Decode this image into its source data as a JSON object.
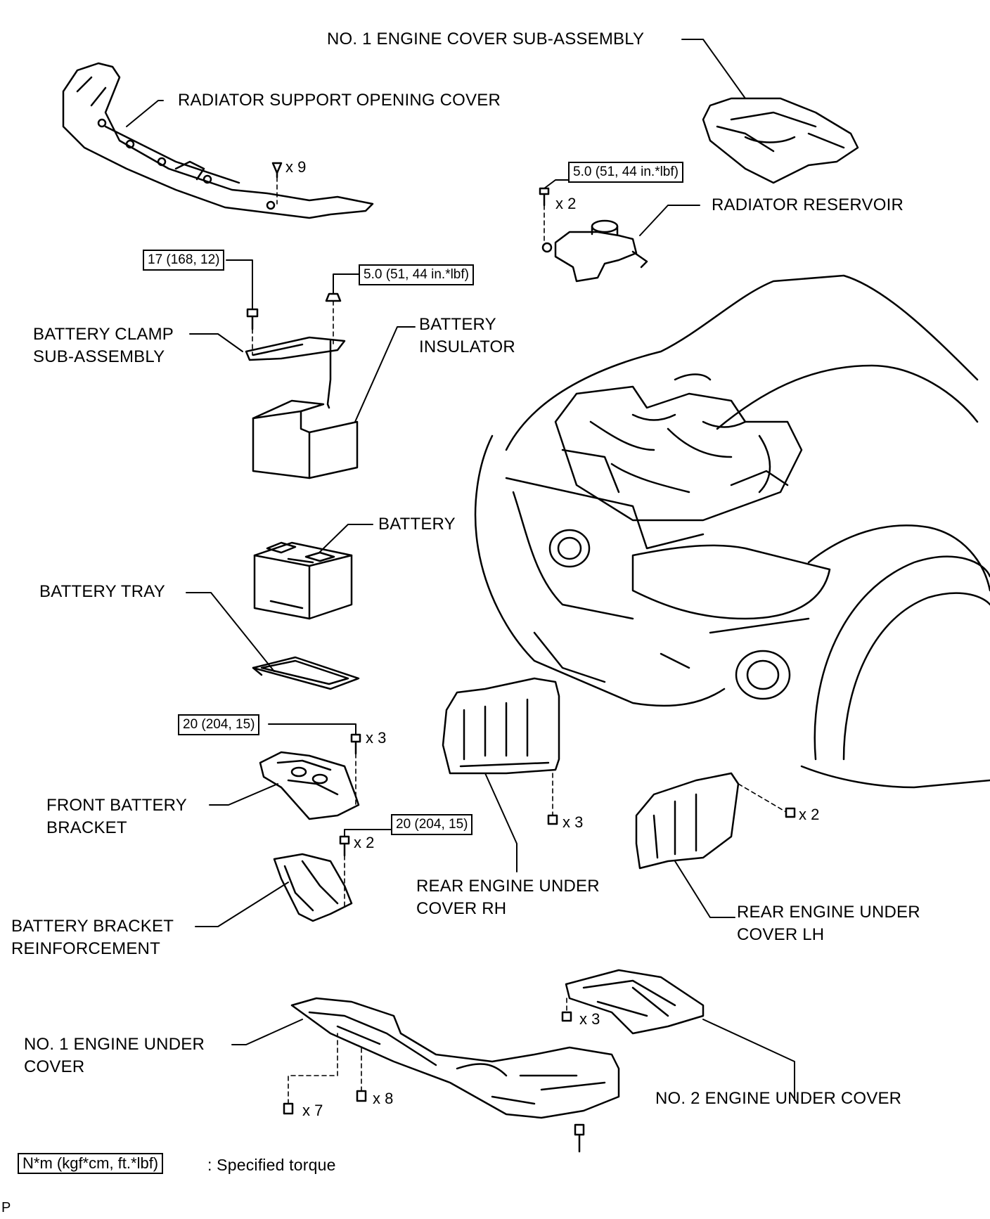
{
  "labels": {
    "no1_engine_cover": "NO. 1 ENGINE COVER SUB-ASSEMBLY",
    "radiator_support_cover": "RADIATOR SUPPORT OPENING COVER",
    "radiator_reservoir": "RADIATOR RESERVOIR",
    "battery_clamp": "BATTERY CLAMP\nSUB-ASSEMBLY",
    "battery_insulator": "BATTERY\nINSULATOR",
    "battery": "BATTERY",
    "battery_tray": "BATTERY TRAY",
    "front_battery_bracket": "FRONT BATTERY\nBRACKET",
    "battery_bracket_reinforcement": "BATTERY BRACKET\nREINFORCEMENT",
    "rear_engine_under_cover_rh": "REAR ENGINE UNDER\nCOVER RH",
    "rear_engine_under_cover_lh": "REAR ENGINE UNDER\nCOVER LH",
    "no1_engine_under_cover": "NO. 1 ENGINE UNDER\nCOVER",
    "no2_engine_under_cover": "NO. 2 ENGINE UNDER COVER"
  },
  "torques": {
    "reservoir": "5.0 (51, 44 in.*lbf)",
    "clamp_left": "17 (168, 12)",
    "clamp_right": "5.0 (51, 44 in.*lbf)",
    "front_bracket": "20 (204, 15)",
    "reinforcement": "20 (204, 15)"
  },
  "quantities": {
    "radiator_cover_clips": "x 9",
    "reservoir_bolts": "x 2",
    "front_bracket_bolts": "x 3",
    "reinforcement_bolts": "x 2",
    "rear_rh_bolts": "x 3",
    "rear_lh_bolts": "x 2",
    "no2_under_bolts": "x 3",
    "no1_under_bolts_a": "x 7",
    "no1_under_bolts_b": "x 8"
  },
  "legend": {
    "box": "N*m (kgf*cm, ft.*lbf)",
    "text": ": Specified torque"
  },
  "figure_code": "P"
}
